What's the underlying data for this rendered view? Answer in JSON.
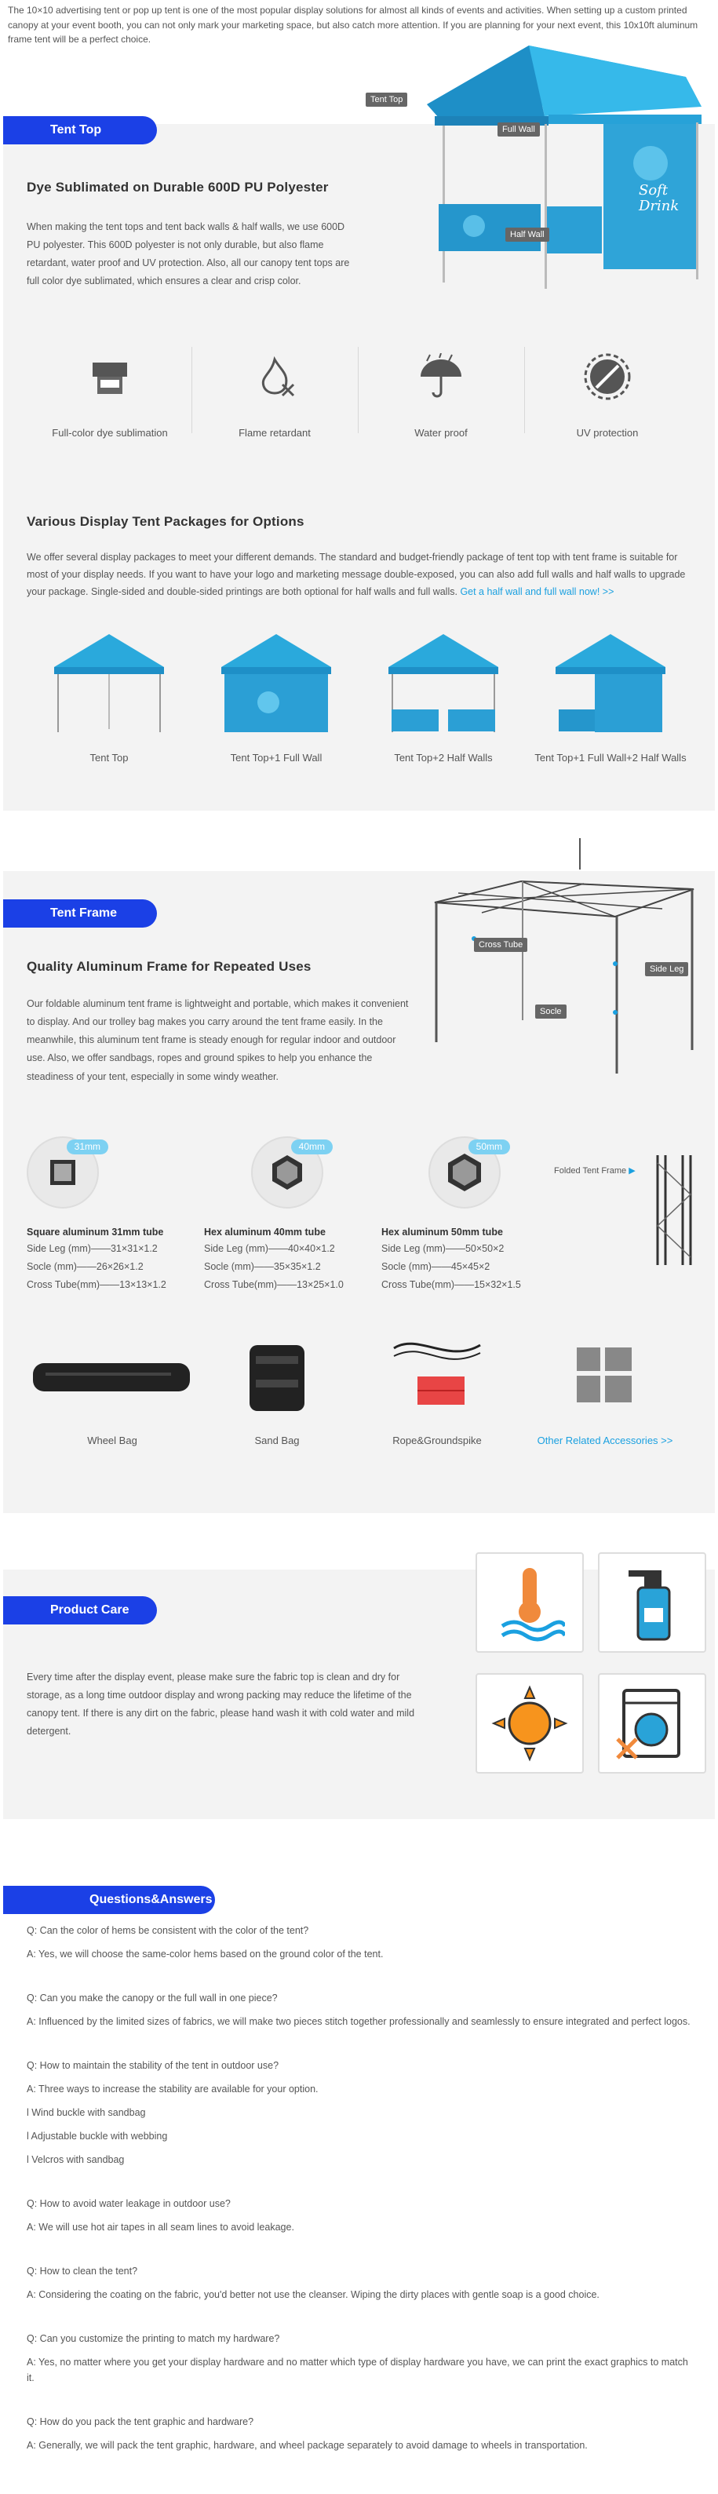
{
  "intro": "The 10×10 advertising tent or pop up tent is one of the most popular display solutions for almost all kinds of events and activities. When setting up a custom printed canopy at your event booth, you can not only mark your marketing space, but also catch more attention. If you are planning for your next event, this 10x10ft aluminum frame tent will be a perfect choice.",
  "tent_top": {
    "pill": "Tent Top",
    "heading": "Dye Sublimated on Durable 600D PU Polyester",
    "para": "When making the tent tops and tent back walls & half walls, we use 600D PU polyester. This 600D polyester is not only durable, but also flame retardant, water proof and UV protection. Also, all our canopy tent tops are full color dye sublimated, which ensures a clear and crisp color.",
    "tags": {
      "top": "Tent Top",
      "full": "Full Wall",
      "half": "Half Wall"
    },
    "brand": "Soft Drink",
    "features": [
      {
        "label": "Full-color dye sublimation",
        "icon": "printer-icon"
      },
      {
        "label": "Flame retardant",
        "icon": "flame-retardant-icon"
      },
      {
        "label": "Water proof",
        "icon": "umbrella-icon"
      },
      {
        "label": "UV protection",
        "icon": "uv-sun-icon"
      }
    ],
    "packages_heading": "Various Display Tent Packages for Options",
    "packages_para": "We offer several display packages to meet your different demands. The standard and budget-friendly package of tent top with tent frame is suitable for most of your display needs. If you want to have your logo and marketing message double-exposed, you can also add full walls and half walls to upgrade your package. Single-sided and double-sided printings are both optional for half walls and full walls.",
    "packages_link": "Get a half wall and full wall now! >>",
    "packages": [
      {
        "label": "Tent Top"
      },
      {
        "label": "Tent Top+1 Full Wall"
      },
      {
        "label": "Tent Top+2 Half Walls"
      },
      {
        "label": "Tent Top+1 Full Wall+2 Half Walls"
      }
    ]
  },
  "tent_frame": {
    "pill": "Tent Frame",
    "heading": "Quality Aluminum Frame for Repeated Uses",
    "para": "Our foldable aluminum tent frame is lightweight and portable, which makes it convenient to display. And our trolley bag makes you carry around the tent frame easily. In the meanwhile, this aluminum tent frame is steady enough for regular indoor and outdoor use. Also, we offer sandbags, ropes and ground spikes to help you enhance the steadiness of your tent, especially in some windy weather.",
    "tags": {
      "cross": "Cross Tube",
      "side": "Side Leg",
      "socle": "Socle"
    },
    "folded_label": "Folded Tent Frame",
    "tubes": [
      {
        "mm": "31mm",
        "title": "Square aluminum 31mm tube",
        "specs": [
          "Side Leg (mm)——31×31×1.2",
          "Socle (mm)——26×26×1.2",
          "Cross Tube(mm)——13×13×1.2"
        ]
      },
      {
        "mm": "40mm",
        "title": "Hex aluminum 40mm tube",
        "specs": [
          "Side Leg (mm)——40×40×1.2",
          "Socle (mm)——35×35×1.2",
          "Cross Tube(mm)——13×25×1.0"
        ]
      },
      {
        "mm": "50mm",
        "title": "Hex aluminum 50mm tube",
        "specs": [
          "Side Leg (mm)——50×50×2",
          "Socle (mm)——45×45×2",
          "Cross Tube(mm)——15×32×1.5"
        ]
      }
    ],
    "accessories": [
      {
        "label": "Wheel Bag"
      },
      {
        "label": "Sand Bag"
      },
      {
        "label": "Rope&Groundspike"
      }
    ],
    "accessories_link": "Other Related Accessories >>"
  },
  "care": {
    "pill": "Product Care",
    "para": "Every time after the display event, please make sure the fabric top is clean and dry for storage, as a long time outdoor display and wrong packing may reduce the lifetime of the canopy tent. If there is any dirt on the fabric, please hand wash it with cold water and mild detergent."
  },
  "qa": {
    "pill": "Questions&Answers",
    "items": [
      {
        "q": "Q: Can the color of hems be consistent with the color of the tent?",
        "a": [
          "A: Yes, we will choose the same-color hems based on the ground color of the tent."
        ]
      },
      {
        "q": "Q:   Can you make the canopy or the full wall in one piece?",
        "a": [
          "A: Influenced by the limited sizes of fabrics, we will make two pieces stitch together professionally and seamlessly to ensure integrated and perfect logos."
        ]
      },
      {
        "q": "Q: How to maintain the stability of the tent in outdoor use?",
        "a": [
          "A: Three ways to increase the stability are available for your option.",
          "l Wind buckle with sandbag",
          "l Adjustable buckle with webbing",
          "l Velcros with sandbag"
        ]
      },
      {
        "q": "Q: How to avoid water leakage in outdoor use?",
        "a": [
          "A: We will use hot air tapes in all seam lines to avoid leakage."
        ]
      },
      {
        "q": "Q: How to clean the tent?",
        "a": [
          "A: Considering the coating on the fabric, you'd better not use the cleanser. Wiping the dirty places with gentle soap is a good choice."
        ]
      },
      {
        "q": "Q: Can you customize the printing to match my hardware?",
        "a": [
          "A: Yes, no matter where you get your display hardware and no matter which type of display hardware you have, we can print the exact graphics to match it."
        ]
      },
      {
        "q": "Q: How do you pack the tent graphic and hardware?",
        "a": [
          "A: Generally, we will pack the tent graphic, hardware, and wheel package separately to avoid damage to wheels in transportation."
        ]
      }
    ]
  }
}
